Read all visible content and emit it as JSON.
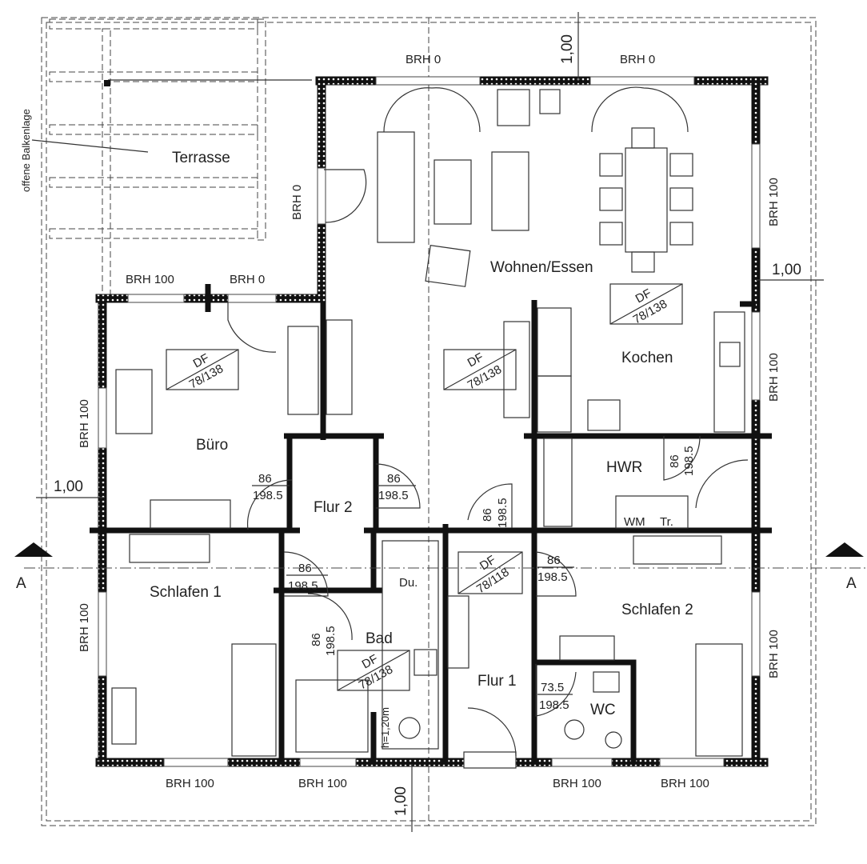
{
  "rooms": {
    "terrasse": "Terrasse",
    "wohnen": "Wohnen/Essen",
    "kochen": "Kochen",
    "buero": "Büro",
    "flur2": "Flur 2",
    "hwr": "HWR",
    "schlafen1": "Schlafen 1",
    "bad": "Bad",
    "du": "Du.",
    "flur1": "Flur 1",
    "wc": "WC",
    "schlafen2": "Schlafen 2"
  },
  "annotations": {
    "balkenlage": "offene Balkenlage",
    "bad_height": "h=1,20m",
    "wm": "WM",
    "tr": "Tr.",
    "section_left": "A",
    "section_right": "A"
  },
  "brh": [
    "BRH 0",
    "BRH 0",
    "BRH 0",
    "BRH 100",
    "BRH 0",
    "BRH 100",
    "BRH 100",
    "BRH 100",
    "BRH 100",
    "BRH 100",
    "BRH 100",
    "BRH 100",
    "BRH 100",
    "BRH 100"
  ],
  "dimensions": [
    "1,00",
    "1,00",
    "1,00",
    "1,00"
  ],
  "skylights": [
    {
      "a": "DF",
      "b": "78/138"
    },
    {
      "a": "DF",
      "b": "78/138"
    },
    {
      "a": "DF",
      "b": "78/138"
    },
    {
      "a": "DF",
      "b": "78/118"
    },
    {
      "a": "DF",
      "b": "78/138"
    }
  ],
  "doors": [
    {
      "w": "86",
      "h": "198.5"
    },
    {
      "w": "86",
      "h": "198.5"
    },
    {
      "w": "86",
      "h": "198.5"
    },
    {
      "w": "86",
      "h": "198.5"
    },
    {
      "w": "86",
      "h": "198.5"
    },
    {
      "w": "86",
      "h": "198.5"
    },
    {
      "w": "86",
      "h": "198.5"
    },
    {
      "w": "73.5",
      "h": "198.5"
    }
  ],
  "colors": {
    "wall": "#111111",
    "line": "#333333"
  }
}
